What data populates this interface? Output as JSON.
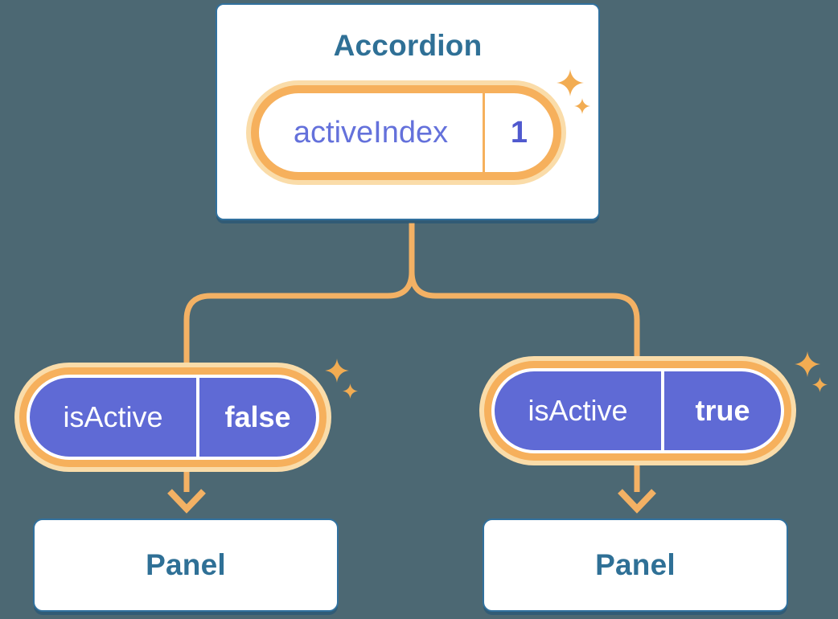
{
  "colors": {
    "background": "#4C6873",
    "card_fill": "#FFFFFF",
    "card_border": "#31719E",
    "heading_blue": "#2F7096",
    "accent_orange": "#F3B164",
    "ring_orange": "#F6B05C",
    "halo_orange": "#FADCA9",
    "sparkle_orange": "#F2AC52",
    "purple_fill": "#5F6AD5",
    "purple_text": "#6471DB",
    "purple_value": "#5059CE"
  },
  "icons": {
    "sparkle": "✦ four-point star",
    "arrow_down": "↓ orange chevron arrow"
  },
  "diagram": {
    "accordion": {
      "title": "Accordion",
      "state": {
        "label": "activeIndex",
        "value": "1"
      }
    },
    "children": [
      {
        "prop": {
          "label": "isActive",
          "value": "false"
        },
        "panel": {
          "title": "Panel"
        }
      },
      {
        "prop": {
          "label": "isActive",
          "value": "true"
        },
        "panel": {
          "title": "Panel"
        }
      }
    ]
  }
}
